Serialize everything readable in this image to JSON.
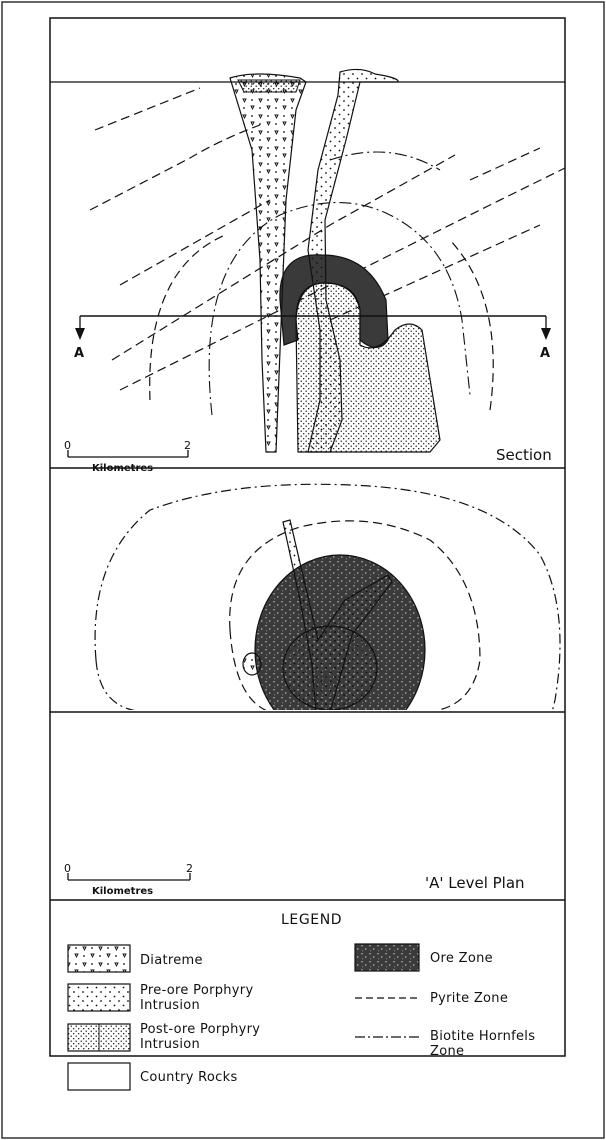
{
  "section": {
    "label": "Section",
    "scale_ticks": [
      "0",
      "2"
    ],
    "scale_unit": "Kilometres",
    "line_left_label": "A",
    "line_right_label": "A"
  },
  "plan": {
    "label": "'A' Level Plan",
    "scale_ticks": [
      "0",
      "2"
    ],
    "scale_unit": "Kilometres"
  },
  "legend": {
    "title": "LEGEND",
    "items": [
      {
        "key": "diatreme",
        "label": "Diatreme"
      },
      {
        "key": "pre_ore",
        "label": "Pre-ore Porphyry Intrusion"
      },
      {
        "key": "post_ore",
        "label": "Post-ore Porphyry Intrusion"
      },
      {
        "key": "country",
        "label": "Country Rocks"
      },
      {
        "key": "ore",
        "label": "Ore Zone"
      },
      {
        "key": "pyrite",
        "label": "Pyrite Zone"
      },
      {
        "key": "biotite",
        "label": "Biotite Hornfels Zone"
      }
    ]
  },
  "colors": {
    "ink": "#111111",
    "ore_fill": "#3a3a3a",
    "paper": "#ffffff"
  }
}
